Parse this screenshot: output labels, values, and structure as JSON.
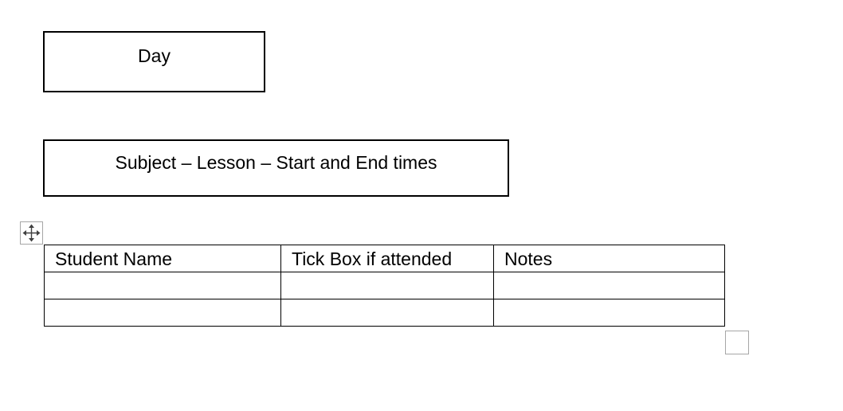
{
  "day_box": {
    "text": "Day"
  },
  "subject_box": {
    "text": "Subject – Lesson – Start and End times"
  },
  "table": {
    "headers": [
      "Student Name",
      "Tick Box if attended",
      "Notes"
    ],
    "rows": [
      [
        "",
        "",
        ""
      ],
      [
        "",
        "",
        ""
      ]
    ]
  },
  "icons": {
    "table_move_handle": "four-arrow-move-icon",
    "table_resize_handle": "resize-square-icon"
  }
}
